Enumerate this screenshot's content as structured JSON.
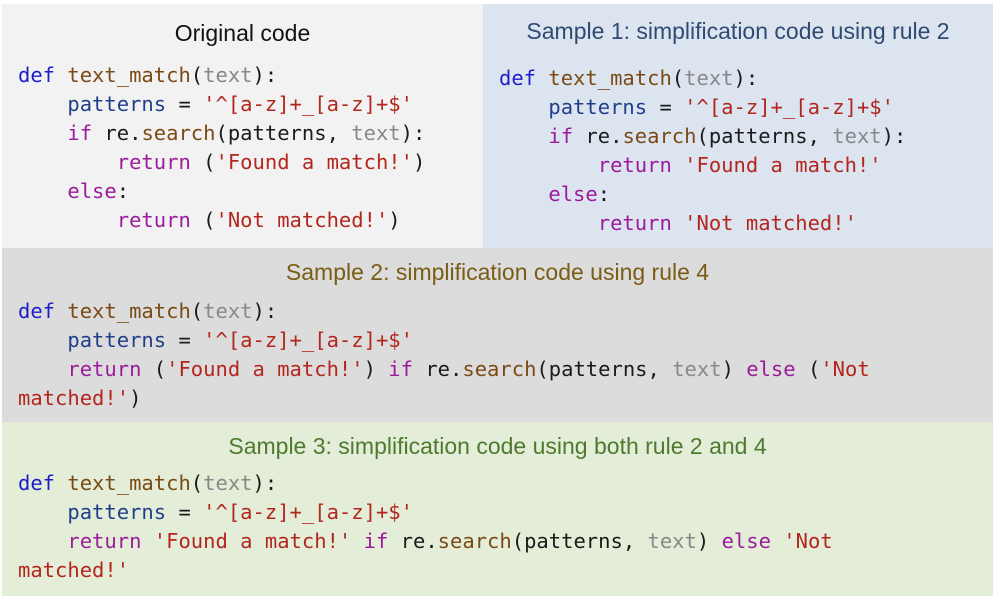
{
  "panels": {
    "original": {
      "title": "Original code",
      "lines": {
        "l1": {
          "kw": "def",
          "fn": "text_match",
          "paren_open": "(",
          "param": "text",
          "paren_close": "):"
        },
        "l2": {
          "indent": "    ",
          "var": "patterns",
          "eq": " = ",
          "str": "'^[a-z]+_[a-z]+$'"
        },
        "l3": {
          "indent": "    ",
          "kw": "if",
          "sp": " re.",
          "method": "search",
          "args_a": "(patterns, ",
          "arg_b": "text",
          "args_c": "):"
        },
        "l4": {
          "indent": "        ",
          "kw": "return",
          "pre": " (",
          "str": "'Found a match!'",
          "post": ")"
        },
        "l5": {
          "indent": "    ",
          "kw": "else",
          "post": ":"
        },
        "l6": {
          "indent": "        ",
          "kw": "return",
          "pre": " (",
          "str": "'Not matched!'",
          "post": ")"
        }
      }
    },
    "sample1": {
      "title": "Sample 1: simplification code using rule 2",
      "lines": {
        "l1": {
          "kw": "def",
          "fn": "text_match",
          "paren_open": "(",
          "param": "text",
          "paren_close": "):"
        },
        "l2": {
          "indent": "    ",
          "var": "patterns",
          "eq": " = ",
          "str": "'^[a-z]+_[a-z]+$'"
        },
        "l3": {
          "indent": "    ",
          "kw": "if",
          "sp": " re.",
          "method": "search",
          "args_a": "(patterns, ",
          "arg_b": "text",
          "args_c": "):"
        },
        "l4": {
          "indent": "        ",
          "kw": "return",
          "pre": " ",
          "str": "'Found a match!'"
        },
        "l5": {
          "indent": "    ",
          "kw": "else",
          "post": ":"
        },
        "l6": {
          "indent": "        ",
          "kw": "return",
          "pre": " ",
          "str": "'Not matched!'"
        }
      }
    },
    "sample2": {
      "title": "Sample 2: simplification code using rule 4",
      "lines": {
        "l1": {
          "kw": "def",
          "fn": "text_match",
          "paren_open": "(",
          "param": "text",
          "paren_close": "):"
        },
        "l2": {
          "indent": "    ",
          "var": "patterns",
          "eq": " = ",
          "str": "'^[a-z]+_[a-z]+$'"
        },
        "l3": {
          "indent": "    ",
          "kw": "return",
          "pre": " (",
          "str": "'Found a match!'",
          "mid": ") ",
          "kw_if": "if",
          "sp": " re.",
          "method": "search",
          "args_a": "(patterns, ",
          "arg_b": "text",
          "args_c": ") ",
          "kw_else": "else",
          "tail_pre": " (",
          "tail_str": "'Not"
        },
        "l4": {
          "str": "matched!'",
          "post": ")"
        }
      }
    },
    "sample3": {
      "title": "Sample 3: simplification code using both rule 2 and 4",
      "lines": {
        "l1": {
          "kw": "def",
          "fn": "text_match",
          "paren_open": "(",
          "param": "text",
          "paren_close": "):"
        },
        "l2": {
          "indent": "    ",
          "var": "patterns",
          "eq": " = ",
          "str": "'^[a-z]+_[a-z]+$'"
        },
        "l3": {
          "indent": "    ",
          "kw": "return",
          "pre": " ",
          "str": "'Found a match!'",
          "mid": " ",
          "kw_if": "if",
          "sp": " re.",
          "method": "search",
          "args_a": "(patterns, ",
          "arg_b": "text",
          "args_c": ") ",
          "kw_else": "else",
          "tail_pre": " ",
          "tail_str": "'Not"
        },
        "l4": {
          "str": "matched!'"
        }
      }
    }
  },
  "colors": {
    "original_bg": "#f2f2f2",
    "sample1_bg": "#dce4f0",
    "sample2_bg": "#dcdcdc",
    "sample3_bg": "#e3edd8",
    "sample1_title": "#2f4a73",
    "sample2_title": "#7a5c14",
    "sample3_title": "#4e7a2e",
    "keyword": "#9b1b9b",
    "def_keyword": "#1d1dc9",
    "string": "#b3261e",
    "param": "#888888"
  }
}
